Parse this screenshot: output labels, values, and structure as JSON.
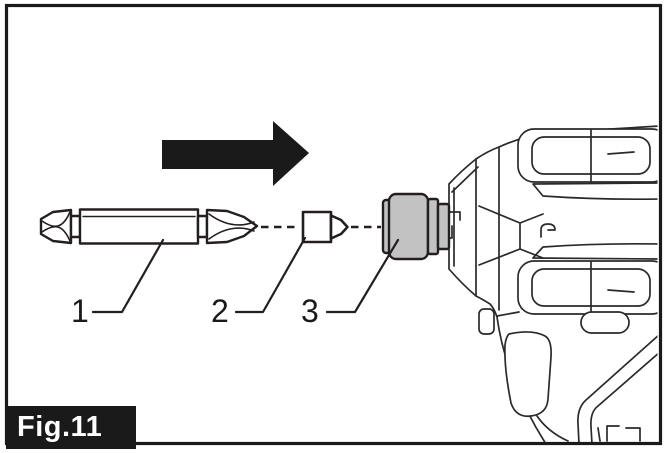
{
  "figure": {
    "label": "Fig.11"
  },
  "callouts": [
    {
      "number": "1"
    },
    {
      "number": "2"
    },
    {
      "number": "3"
    }
  ],
  "icons": {
    "direction_arrow": "right-arrow"
  },
  "colors": {
    "line": "#231f20",
    "sleeve_gray": "#c2c2c2",
    "figure_label_bg": "#1a1a1a",
    "figure_label_text": "#ffffff",
    "background": "#ffffff"
  }
}
